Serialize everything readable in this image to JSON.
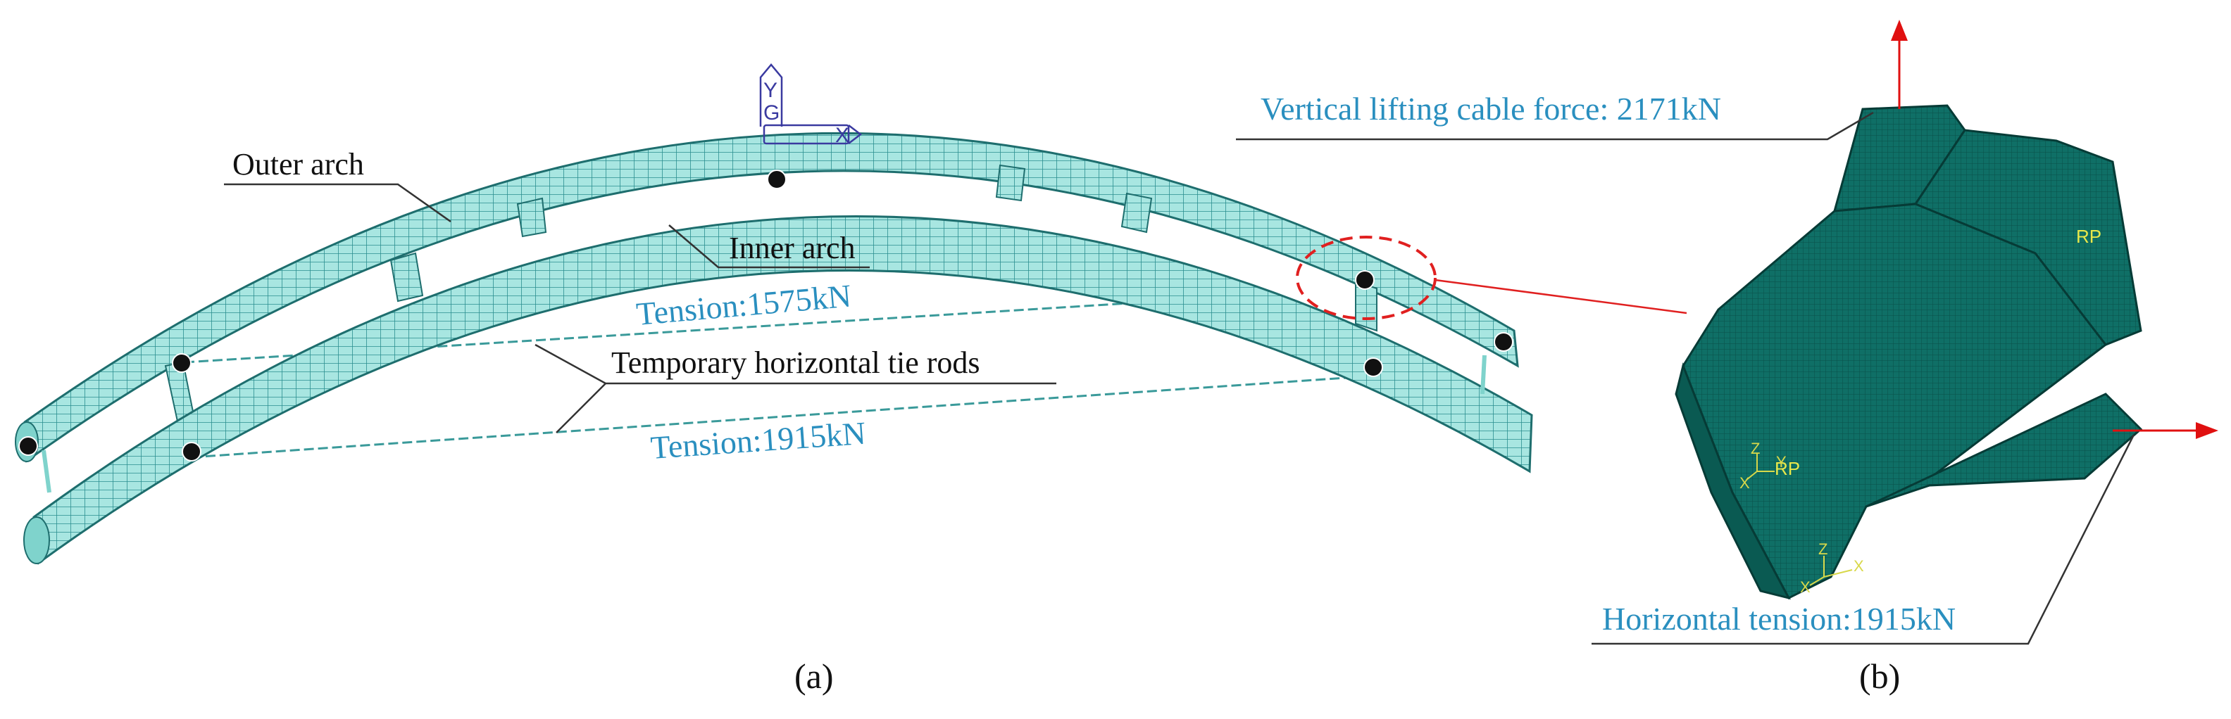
{
  "panel_a": {
    "labels": {
      "outer_arch": "Outer arch",
      "inner_arch": "Inner arch",
      "tie_rods": "Temporary horizontal tie rods",
      "tension_upper": "Tension:1575kN",
      "tension_lower": "Tension:1915kN"
    },
    "caption": "(a)",
    "csys": {
      "y": "Y",
      "g": "G",
      "x": "X"
    }
  },
  "panel_b": {
    "labels": {
      "vertical_force": "Vertical lifting cable force: 2171kN",
      "horizontal_tension": "Horizontal tension:1915kN"
    },
    "rp": "RP",
    "triad": {
      "x": "X",
      "y": "Y",
      "z": "Z"
    },
    "caption": "(b)"
  },
  "colors": {
    "mesh_fill": "#9fe3de",
    "mesh_line": "#2b8f8f",
    "solid_fill": "#0e6f66",
    "label_blue": "#2a8fbf",
    "arrow_red": "#e01010",
    "callout_red": "#e02020"
  }
}
